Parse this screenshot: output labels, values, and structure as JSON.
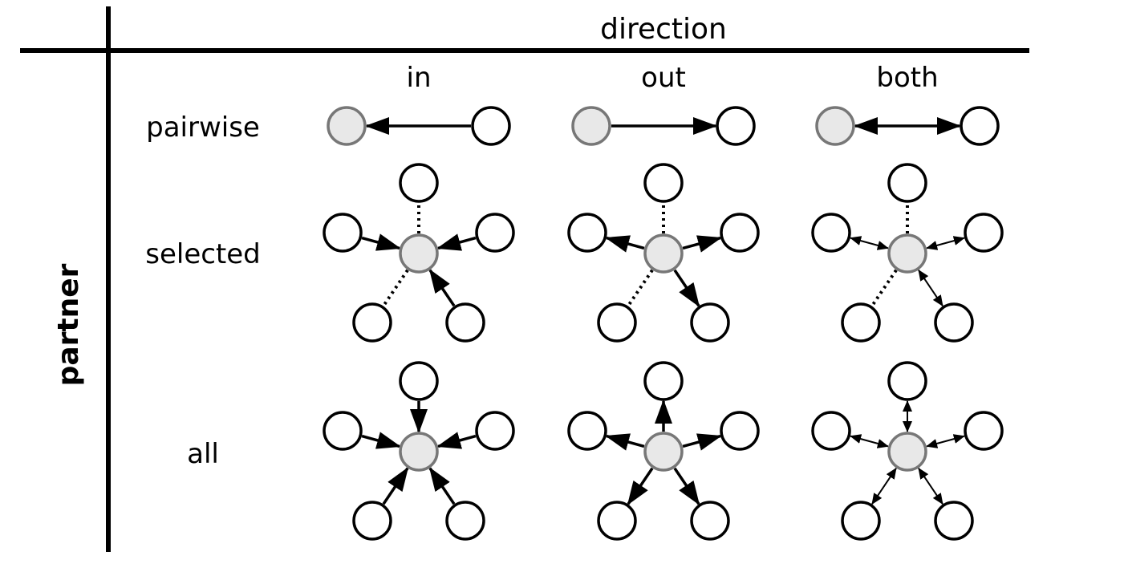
{
  "header": {
    "column_axis": "direction",
    "row_axis": "partner"
  },
  "columns": [
    "in",
    "out",
    "both"
  ],
  "rows": [
    "pairwise",
    "selected",
    "all"
  ],
  "colors": {
    "center_fill": "#e8e8e8",
    "center_stroke": "#777777",
    "node_stroke": "#000000",
    "line": "#000000"
  }
}
